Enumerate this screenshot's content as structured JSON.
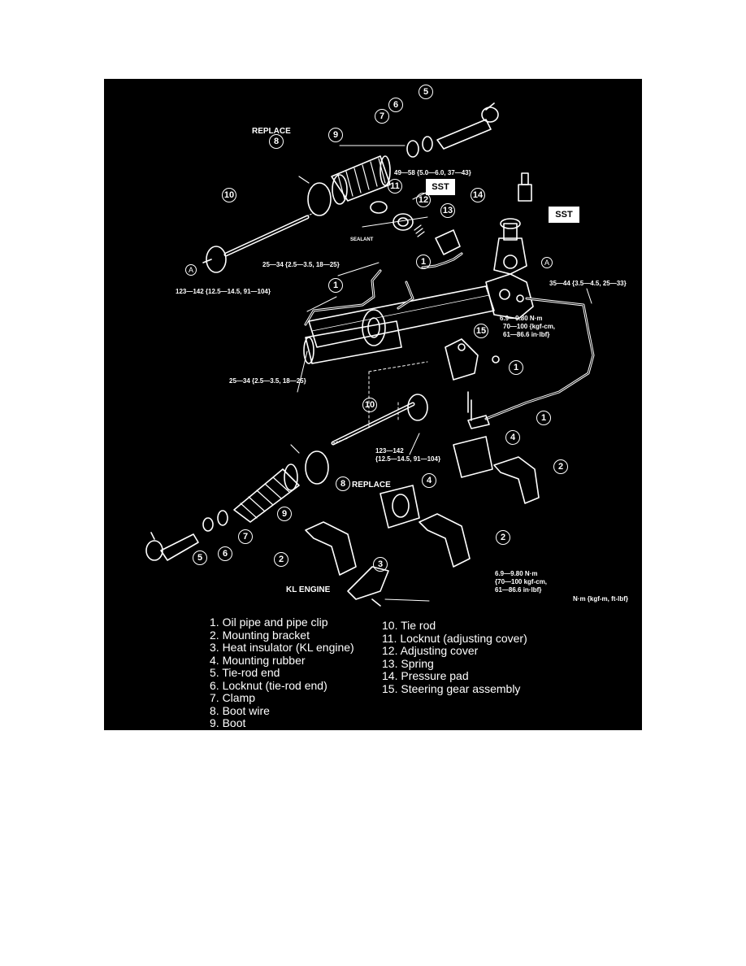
{
  "figure": {
    "replace_label_top": "REPLACE",
    "replace_label_bottom": "REPLACE",
    "kl_engine_label": "KL ENGINE",
    "sst_label_top": "SST",
    "sst_label_right": "SST",
    "sealant_label": "SEALANT",
    "units_label": "N·m {kgf-m, ft-lbf}",
    "letter_a": "A",
    "torque_specs": {
      "adjusting_cover": "49—58 {5.0—6.0, 37—43}",
      "pipe_fitting_upper": "25—34 {2.5—3.5, 18—25}",
      "tie_rod_upper": "123—142 {12.5—14.5, 91—104}",
      "pipe_fitting_right": "35—44 {3.5—4.5, 25—33}",
      "bracket_bolt_right_line1": "6.9—9.80 N·m",
      "bracket_bolt_right_line2": "70—100 {kgf-cm,",
      "bracket_bolt_right_line3": "61—86.6 in·lbf}",
      "pipe_fitting_lower": "25—34 {2.5—3.5, 18—25}",
      "tie_rod_lower_line1": "123—142",
      "tie_rod_lower_line2": "{12.5—14.5, 91—104}",
      "insulator_bolt_line1": "6.9—9.80 N·m",
      "insulator_bolt_line2": "{70—100 kgf-cm,",
      "insulator_bolt_line3": "61—86.6 in·lbf}"
    },
    "callouts": [
      "1",
      "2",
      "3",
      "4",
      "5",
      "6",
      "7",
      "8",
      "9",
      "10",
      "11",
      "12",
      "13",
      "14",
      "15"
    ]
  },
  "legend": {
    "left": [
      "1.  Oil pipe and pipe clip",
      "2.  Mounting bracket",
      "3.  Heat insulator (KL engine)",
      "4.  Mounting rubber",
      "5.  Tie-rod end",
      "6.  Locknut (tie-rod end)",
      "7.  Clamp",
      "8.  Boot wire",
      "9.  Boot"
    ],
    "right": [
      "10. Tie rod",
      "11. Locknut (adjusting cover)",
      "12. Adjusting cover",
      "13. Spring",
      "14. Pressure pad",
      "15. Steering gear assembly"
    ]
  }
}
